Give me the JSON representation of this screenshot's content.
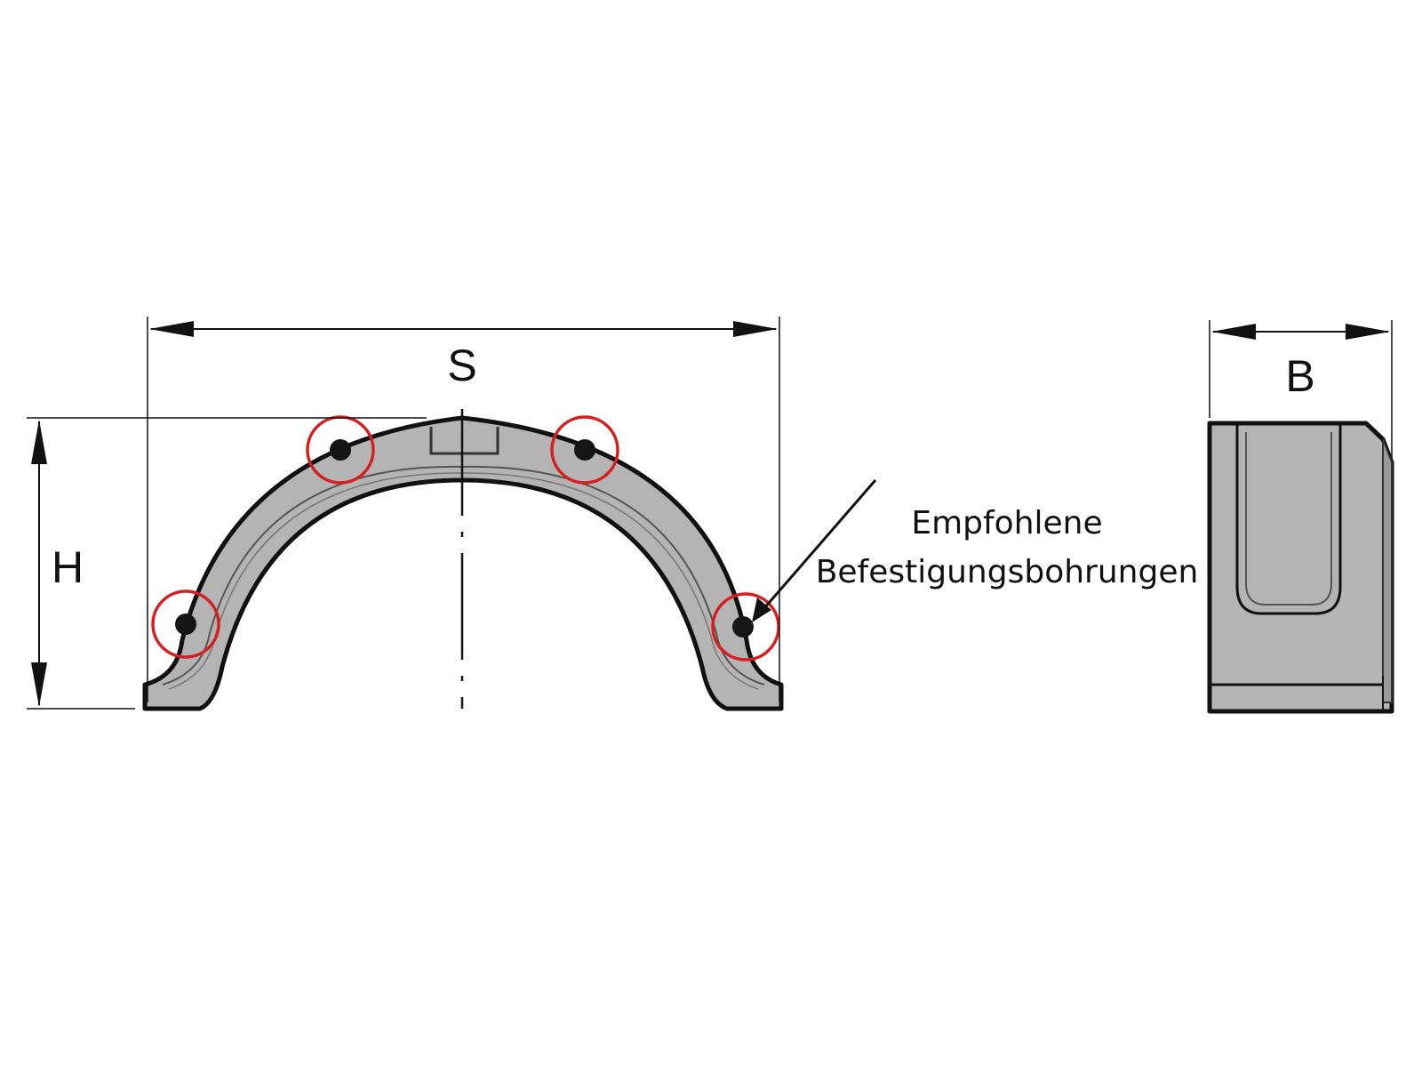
{
  "labels": {
    "width_span": "S",
    "height": "H",
    "depth": "B",
    "note_line1": "Empfohlene",
    "note_line2": "Befestigungsbohrungen"
  },
  "colors": {
    "fender_fill": "#b4b4b4",
    "outline": "#111111",
    "highlight_circle": "#d42020",
    "hole": "#151515",
    "background": "#ffffff"
  },
  "highlighted_holes": [
    {
      "id": "top-left"
    },
    {
      "id": "top-right"
    },
    {
      "id": "bottom-left"
    },
    {
      "id": "bottom-right"
    }
  ]
}
